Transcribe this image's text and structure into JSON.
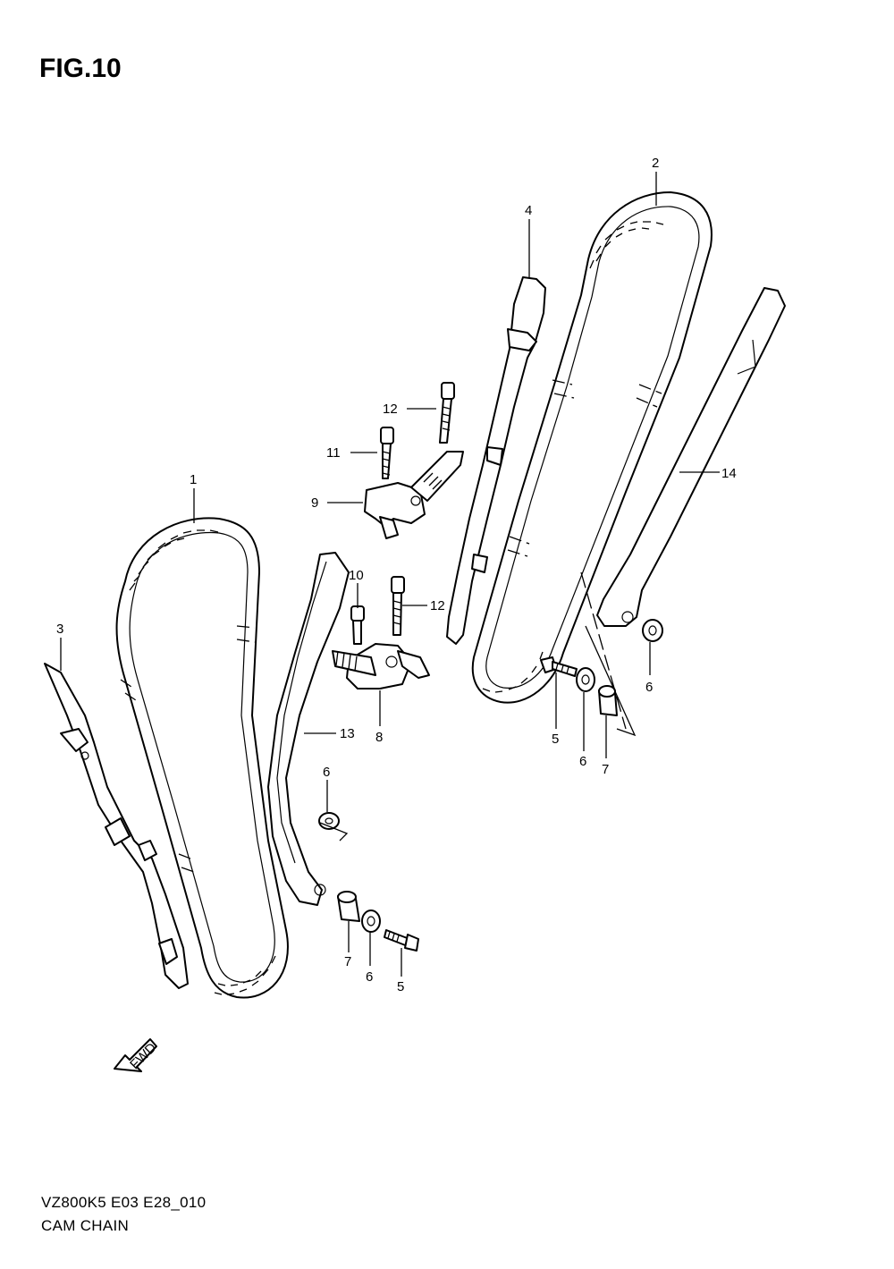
{
  "figure": {
    "title": "FIG.10"
  },
  "footer": {
    "code": "VZ800K5 E03 E28_010",
    "caption": "CAM CHAIN"
  },
  "fwd_label": "FWD",
  "callouts": {
    "c1": "1",
    "c2": "2",
    "c3": "3",
    "c4": "4",
    "c5a": "5",
    "c5b": "5",
    "c6a": "6",
    "c6b": "6",
    "c6c": "6",
    "c6d": "6",
    "c7a": "7",
    "c7b": "7",
    "c8": "8",
    "c9": "9",
    "c10": "10",
    "c11": "11",
    "c12a": "12",
    "c12b": "12",
    "c13": "13",
    "c14": "14"
  }
}
